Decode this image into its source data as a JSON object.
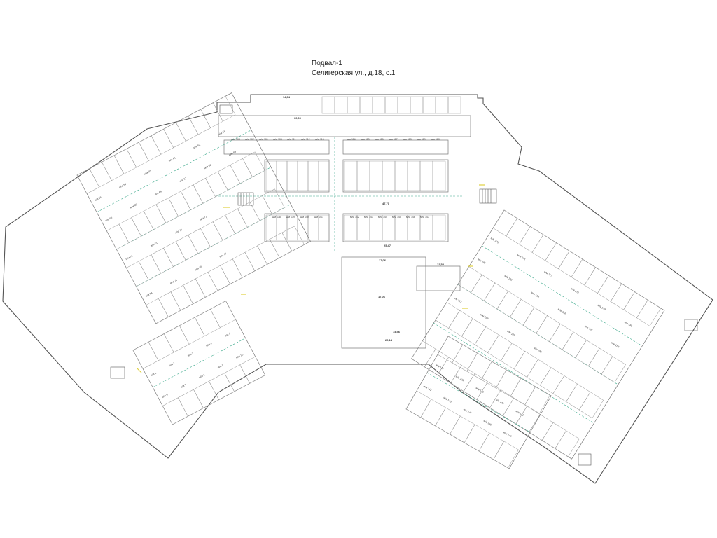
{
  "title": {
    "line1": "Подвал-1",
    "line2": "Селигерская ул., д.18, с.1"
  },
  "central_labels": {
    "top_rows": [
      "м/м 103",
      "м/м 102",
      "м/м 101",
      "м/м 105",
      "м/м 111",
      "м/м 112",
      "м/м 113",
      "м/м 114",
      "м/м 115",
      "м/м 116",
      "м/м 117",
      "м/м 118",
      "м/м 119",
      "м/м 120"
    ],
    "bottom_rows": [
      "м/м 138",
      "м/м 139",
      "м/м 140",
      "м/м 141",
      "м/м 142",
      "м/м 143",
      "м/м 144",
      "м/м 145",
      "м/м 146",
      "м/м 147"
    ],
    "left_wing": [
      "м/м 58",
      "м/м 59",
      "м/м 60",
      "м/м 61",
      "м/м 62",
      "м/м 63",
      "м/м 64",
      "м/м 65",
      "м/м 66",
      "м/м 67",
      "м/м 68",
      "м/м 69",
      "м/м 70",
      "м/м 71",
      "м/м 72",
      "м/м 73",
      "м/м 74",
      "м/м 75",
      "м/м 76",
      "м/м 77"
    ],
    "right_wing": [
      "м/м 175",
      "м/м 176",
      "м/м 177",
      "м/м 178",
      "м/м 179",
      "м/м 180",
      "м/м 181",
      "м/м 182",
      "м/м 183",
      "м/м 184",
      "м/м 185",
      "м/м 186",
      "м/м 187",
      "м/м 188",
      "м/м 189",
      "м/м 190"
    ],
    "lower_left": [
      "м/м 1",
      "м/м 2",
      "м/м 3",
      "м/м 4",
      "м/м 5",
      "м/м 6",
      "м/м 7",
      "м/м 8",
      "м/м 9",
      "м/м 10"
    ],
    "lower_right": [
      "м/м 137",
      "м/м 138",
      "м/м 139",
      "м/м 140",
      "м/м 141",
      "м/м 142",
      "м/м 143",
      "м/м 144",
      "м/м 145",
      "м/м 146"
    ]
  },
  "area_labels": {
    "a1": "17,06",
    "a2": "20,14",
    "a3": "14,56",
    "a4": "25,47",
    "a5": "47,70",
    "a6": "12,58",
    "a7": "17,06",
    "a8": "30,00",
    "a9": "14,04"
  }
}
